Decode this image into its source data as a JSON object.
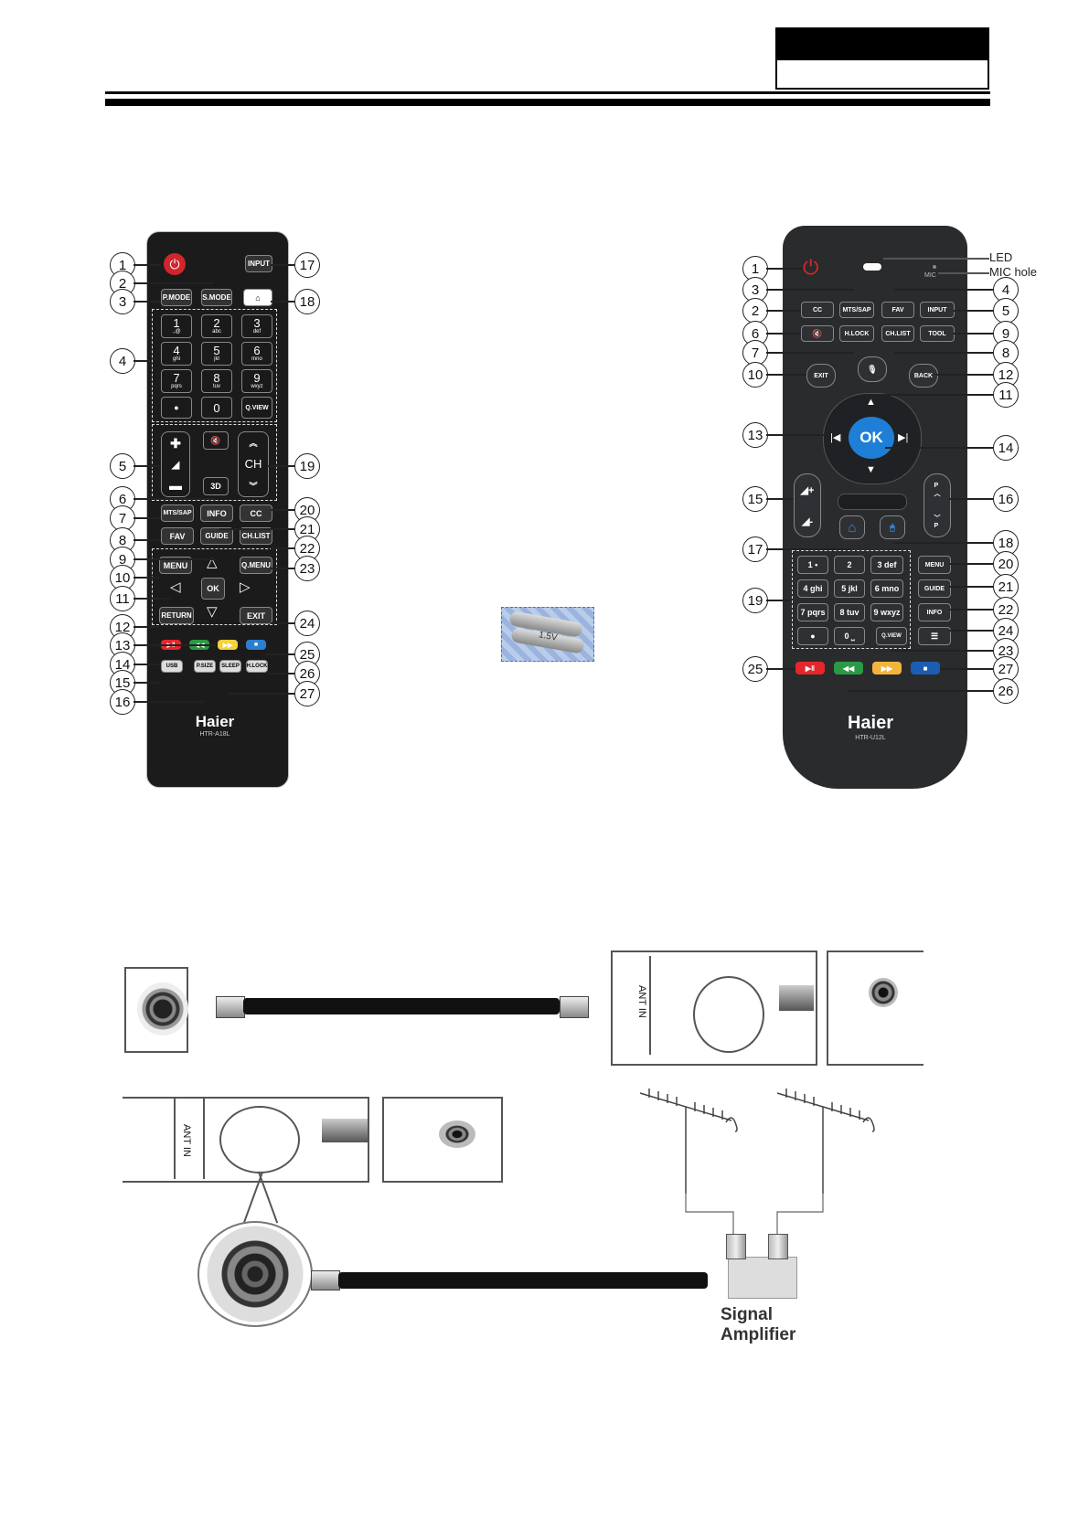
{
  "header": {},
  "left_remote": {
    "brand": "Haier",
    "model": "HTR-A18L",
    "buttons": {
      "input": "INPUT",
      "pmode": "P.MODE",
      "smode": "S.MODE",
      "keys": [
        {
          "num": "1",
          "sub": ".,@"
        },
        {
          "num": "2",
          "sub": "abc"
        },
        {
          "num": "3",
          "sub": "def"
        },
        {
          "num": "4",
          "sub": "ghi"
        },
        {
          "num": "5",
          "sub": "jkl"
        },
        {
          "num": "6",
          "sub": "mno"
        },
        {
          "num": "7",
          "sub": "pqrs"
        },
        {
          "num": "8",
          "sub": "tuv"
        },
        {
          "num": "9",
          "sub": "wxyz"
        }
      ],
      "dot": "●",
      "zero": "0",
      "qview": "Q.VIEW",
      "ch": "CH",
      "threed": "3D",
      "mts": "MTS/SAP",
      "info": "INFO",
      "cc": "CC",
      "fav": "FAV",
      "guide": "GUIDE",
      "chlist": "CH.LIST",
      "menu": "MENU",
      "qmenu": "Q.MENU",
      "ok": "OK",
      "return": "RETURN",
      "exit": "EXIT",
      "usb": "USB",
      "psize": "P.SIZE",
      "sleep": "SLEEP",
      "hlock": "H.LOCK"
    },
    "callouts_left": [
      "1",
      "2",
      "3",
      "4",
      "5",
      "6",
      "7",
      "8",
      "9",
      "10",
      "11",
      "12",
      "13",
      "14",
      "15",
      "16"
    ],
    "callouts_right": [
      "17",
      "18",
      "19",
      "20",
      "21",
      "22",
      "23",
      "24",
      "25",
      "26",
      "27"
    ]
  },
  "right_remote": {
    "brand": "Haier",
    "model": "HTR-U12L",
    "labels": {
      "led": "LED",
      "mic_hole": "MIC hole",
      "mic": "MIC"
    },
    "buttons": {
      "cc": "CC",
      "mts": "MTS/SAP",
      "fav": "FAV",
      "input": "INPUT",
      "hlock": "H.LOCK",
      "chlist": "CH.LIST",
      "tool": "TOOL",
      "exit": "EXIT",
      "back": "BACK",
      "ok": "OK",
      "p_up": "P",
      "p_down": "P",
      "keys": [
        "1 •",
        "2",
        "3 def",
        "4 ghi",
        "5 jkl",
        "6 mno",
        "7 pqrs",
        "8 tuv",
        "9 wxyz",
        "●",
        "0 ⎵"
      ],
      "menu": "MENU",
      "guide": "GUIDE",
      "info": "INFO",
      "qview": "Q.VIEW"
    },
    "callouts": [
      "1",
      "2",
      "3",
      "4",
      "5",
      "6",
      "7",
      "8",
      "9",
      "10",
      "11",
      "12",
      "13",
      "14",
      "15",
      "16",
      "17",
      "18",
      "19",
      "20",
      "21",
      "22",
      "23",
      "24",
      "25",
      "26",
      "27"
    ]
  },
  "battery_label": "1.5V",
  "antenna": {
    "ant_in": "ANT IN",
    "amp_label_1": "Signal",
    "amp_label_2": "Amplifier"
  },
  "colors": {
    "red": "#e5262b",
    "green": "#2a9a46",
    "yellow": "#f4b43b",
    "blue": "#1c5db4",
    "ok_blue": "#1f7fd6"
  }
}
